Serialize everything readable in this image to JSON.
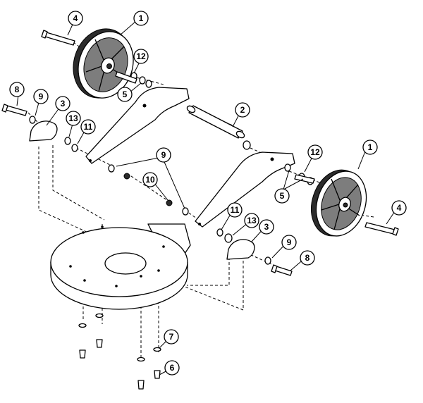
{
  "callouts": [
    "4",
    "1",
    "12",
    "5",
    "8",
    "9",
    "3",
    "13",
    "11",
    "2",
    "9",
    "10",
    "12",
    "1",
    "5",
    "4",
    "11",
    "13",
    "3",
    "9",
    "8",
    "7",
    "6"
  ]
}
